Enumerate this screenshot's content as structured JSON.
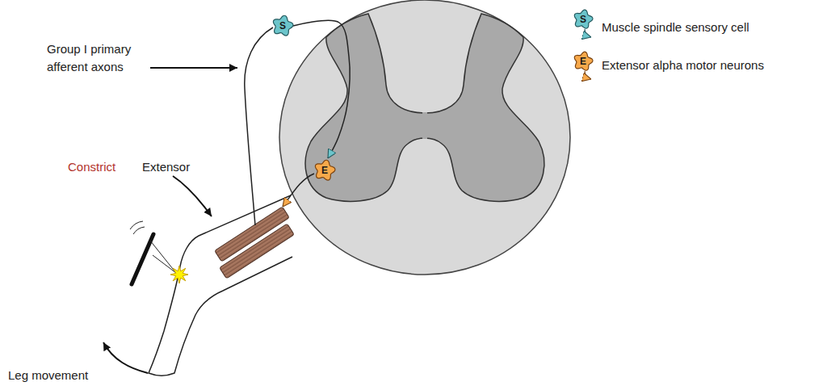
{
  "diagram": {
    "nodes": [
      {
        "text": [
          "S"
        ]
      },
      {
        "text": [
          "E"
        ]
      }
    ],
    "edges": [
      {
        "from": 0,
        "to": 1,
        "arrow": "to"
      }
    ],
    "labels": [
      "Group I primary afferent axons",
      "Constrict",
      "Extensor",
      "Leg movement",
      "S",
      "E"
    ],
    "legend": [
      {
        "text": "Muscle spindle sensory cell"
      },
      {
        "text": "Extensor alpha motor neurons"
      }
    ]
  }
}
